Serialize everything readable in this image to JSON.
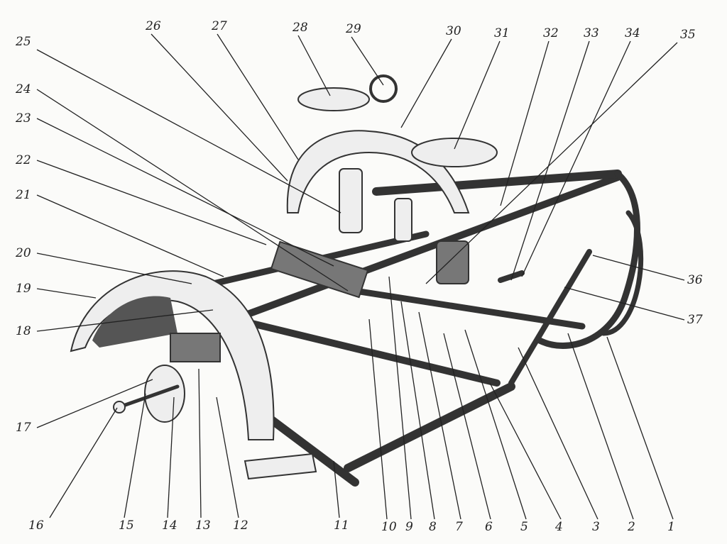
{
  "diagram": {
    "type": "exploded technical illustration of sidecar chassis",
    "callouts": [
      "1",
      "2",
      "3",
      "4",
      "5",
      "6",
      "7",
      "8",
      "9",
      "10",
      "11",
      "12",
      "13",
      "14",
      "15",
      "16",
      "17",
      "18",
      "19",
      "20",
      "21",
      "22",
      "23",
      "24",
      "25",
      "26",
      "27",
      "28",
      "29",
      "30",
      "31",
      "32",
      "33",
      "34",
      "35",
      "36",
      "37"
    ]
  },
  "colors": {
    "ink": "#222222",
    "paper": "#fbfbf9"
  }
}
